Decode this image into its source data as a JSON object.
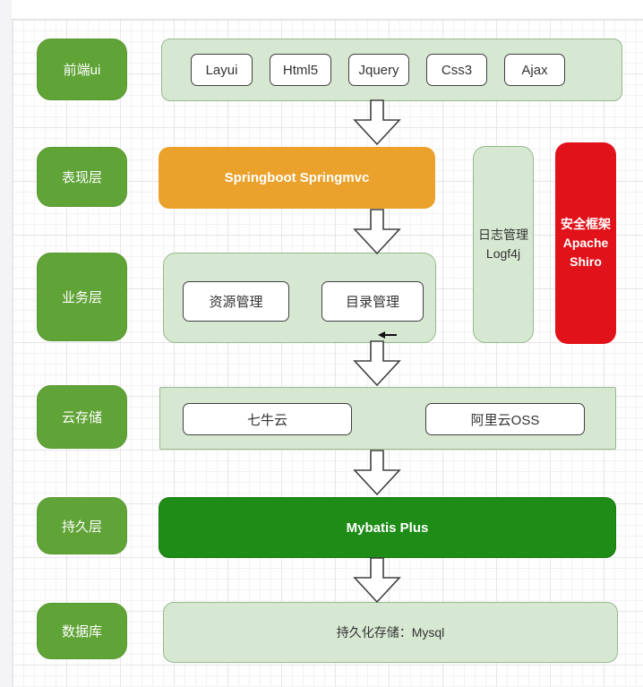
{
  "colors": {
    "layer_green": "#60a337",
    "light_green_fill": "#d7e8d2",
    "light_green_border": "#94bb8d",
    "orange": "#eaa22d",
    "dark_green": "#1e8c17",
    "red": "#e2121a",
    "box_border": "#404040"
  },
  "left_labels": [
    "前端ui",
    "表现层",
    "业务层",
    "云存储",
    "持久层",
    "数据库"
  ],
  "frontend": {
    "chips": [
      "Layui",
      "Html5",
      "Jquery",
      "Css3",
      "Ajax"
    ]
  },
  "presentation": {
    "label": "Springboot Springmvc"
  },
  "business": {
    "boxes": [
      "资源管理",
      "目录管理"
    ]
  },
  "logging": {
    "line1": "日志管理",
    "line2": "Logf4j"
  },
  "security": {
    "line1": "安全框架",
    "line2": "Apache",
    "line3": "Shiro"
  },
  "cloud": {
    "boxes": [
      "七牛云",
      "阿里云OSS"
    ]
  },
  "persistence": {
    "label": "Mybatis Plus"
  },
  "database": {
    "label": "持久化存储：Mysql"
  }
}
